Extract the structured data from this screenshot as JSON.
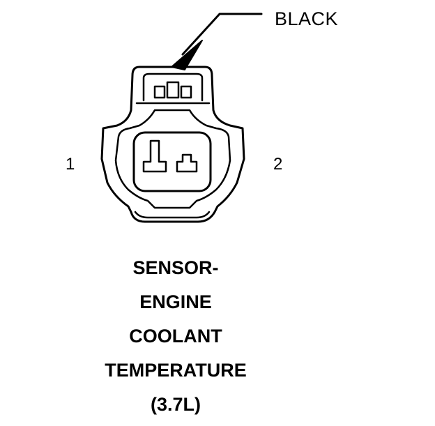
{
  "callout": {
    "label": "BLACK"
  },
  "pins": [
    {
      "label": "1"
    },
    {
      "label": "2"
    }
  ],
  "title": {
    "lines": [
      "SENSOR-",
      "ENGINE",
      "COOLANT",
      "TEMPERATURE",
      "(3.7L)"
    ]
  }
}
